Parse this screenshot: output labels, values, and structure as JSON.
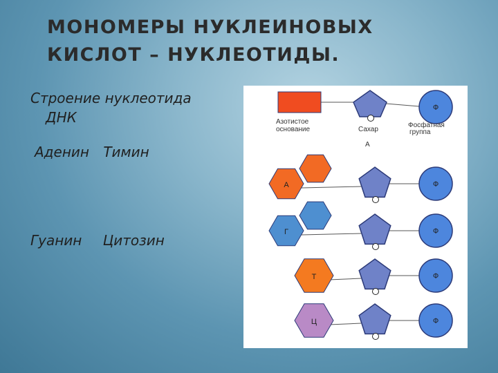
{
  "title": {
    "line1": "МОНОМЕРЫ НУКЛЕИНОВЫХ",
    "line2": "КИСЛОТ – НУКЛЕОТИДЫ."
  },
  "text": {
    "subtitle_line1": "Строение нуклеотида",
    "subtitle_line2": "ДНК",
    "adenine": "Аденин",
    "thymine": "Тимин",
    "guanine": "Гуанин",
    "cytosine": "Цитозин"
  },
  "figure": {
    "legend": {
      "base_line1": "Азотистое",
      "base_line2": "основание",
      "sugar": "Сахар",
      "phosphate_line1": "Фосфатная",
      "phosphate_line2": "группа",
      "under_label": "А"
    },
    "sugar_o": "О",
    "phosphate": "Ф",
    "rows": [
      {
        "base": "А",
        "color": "#f26a24"
      },
      {
        "base": "Г",
        "color": "#4e8fd0"
      },
      {
        "base": "Т",
        "color": "#f47a20"
      },
      {
        "base": "Ц",
        "color": "#b98ac6"
      }
    ],
    "colors": {
      "base_rect": "#f04c20",
      "sugar": "#6f82c8",
      "phosphate": "#4d86dd",
      "stroke": "#2c3a78"
    }
  }
}
